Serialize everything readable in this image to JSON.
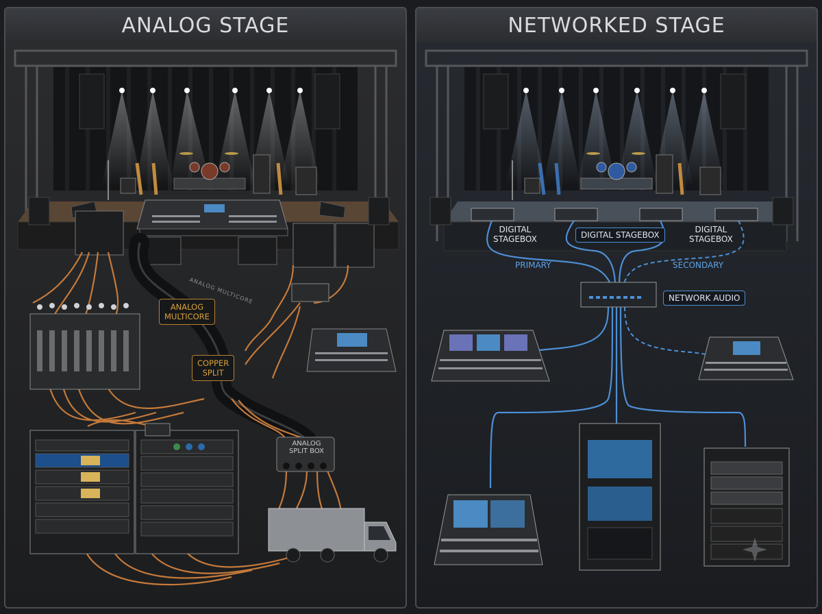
{
  "left_panel": {
    "title": "ANALOG STAGE",
    "labels": {
      "analog_multicore": "ANALOG\nMULTICORE",
      "copper_split": "COPPER\nSPLIT",
      "cable_print": "ANALOG MULTICORE",
      "split_box_print": "ANALOG\nSPLIT BOX"
    }
  },
  "right_panel": {
    "title": "NETWORKED STAGE",
    "labels": {
      "stagebox_left": "DIGITAL\nSTAGEBOX",
      "stagebox_center": "DIGITAL STAGEBOX",
      "stagebox_right": "DIGITAL\nSTAGEBOX",
      "primary": "PRIMARY",
      "secondary": "SECONDARY",
      "network_audio": "NETWORK AUDIO"
    }
  },
  "colors": {
    "copper": "#c57a3a",
    "network_blue": "#4d8fd6",
    "amber_label": "#d9a23a"
  }
}
